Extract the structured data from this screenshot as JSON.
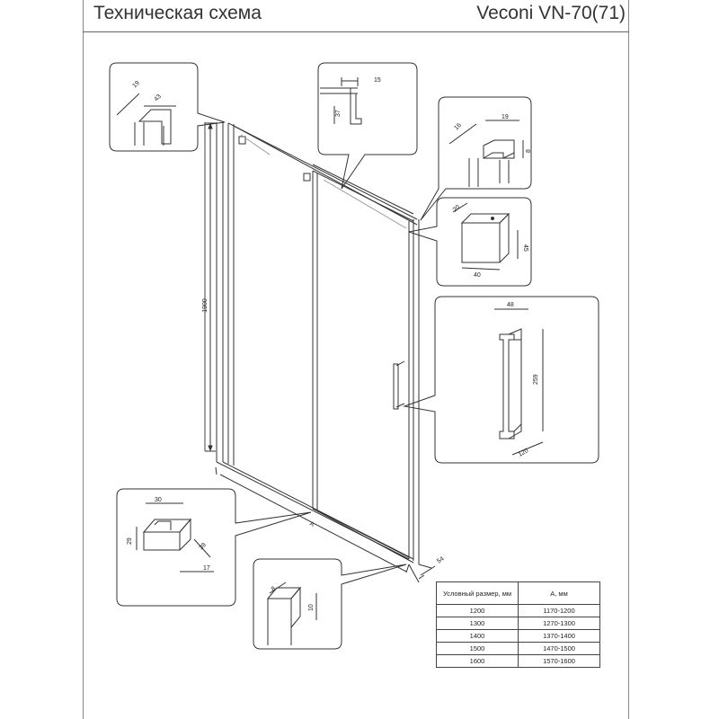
{
  "header": {
    "title": "Техническая схема",
    "model": "Veconi VN-70(71)"
  },
  "dimensions": {
    "height": "1900",
    "width_label": "A",
    "depth": "54",
    "detail_top_left": [
      "19",
      "43"
    ],
    "detail_top_mid": [
      "15",
      "37"
    ],
    "detail_top_right": [
      "16",
      "19",
      "8"
    ],
    "detail_bracket": [
      "20",
      "45",
      "40"
    ],
    "detail_handle": [
      "48",
      "259",
      "120"
    ],
    "detail_bottom_left": [
      "30",
      "29",
      "39",
      "17"
    ],
    "detail_bottom_mid": [
      "8",
      "10"
    ]
  },
  "table": {
    "headers": [
      "Условный размер, мм",
      "А, мм"
    ],
    "rows": [
      [
        "1200",
        "1170-1200"
      ],
      [
        "1300",
        "1270-1300"
      ],
      [
        "1400",
        "1370-1400"
      ],
      [
        "1500",
        "1470-1500"
      ],
      [
        "1600",
        "1570-1600"
      ]
    ]
  }
}
